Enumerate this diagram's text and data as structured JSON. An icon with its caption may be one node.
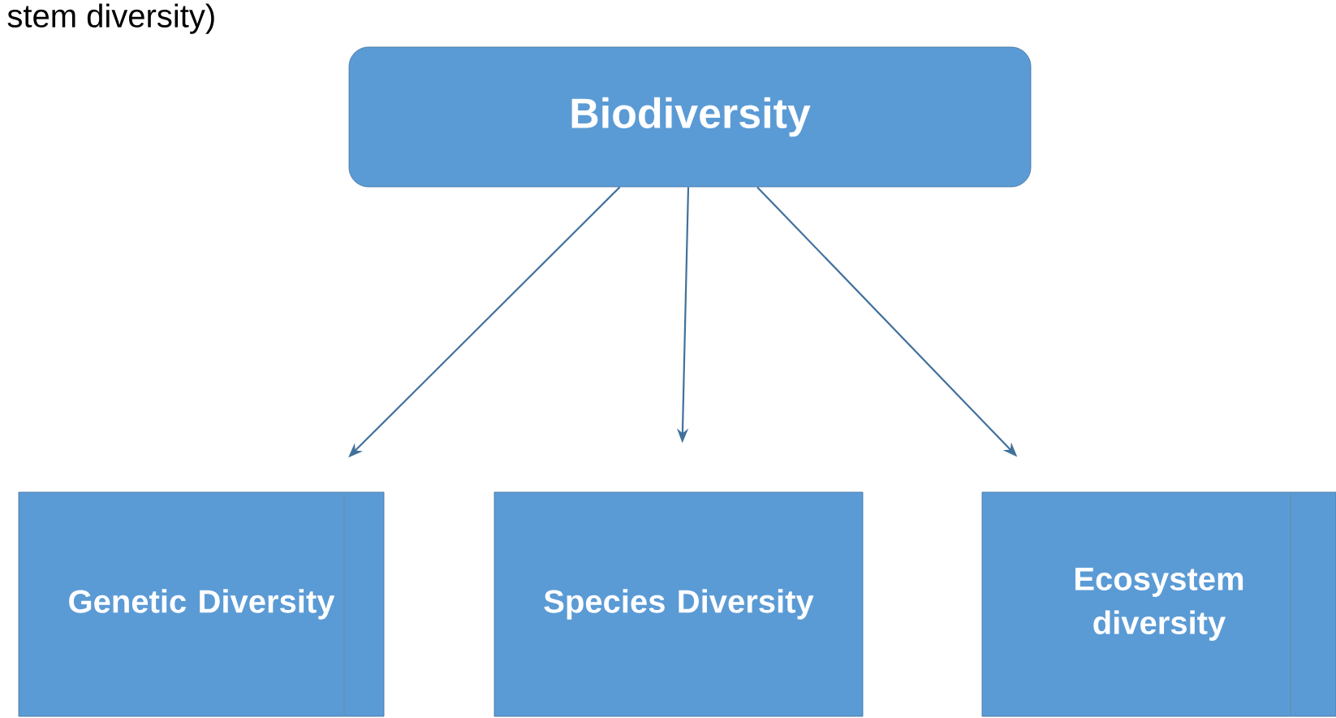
{
  "diagram": {
    "nodes": [
      {
        "text": [
          "Biodiversity"
        ]
      },
      {
        "text": [
          "Genetic Diversity"
        ]
      },
      {
        "text": [
          "Species Diversity"
        ]
      },
      {
        "text": [
          "Ecosystem diversity"
        ]
      }
    ],
    "edges": [
      {
        "from": 0,
        "to": 1,
        "arrow": "to"
      },
      {
        "from": 0,
        "to": 2,
        "arrow": "to"
      },
      {
        "from": 0,
        "to": 3,
        "arrow": "to"
      }
    ],
    "labels": [
      "stem diversity)"
    ]
  }
}
